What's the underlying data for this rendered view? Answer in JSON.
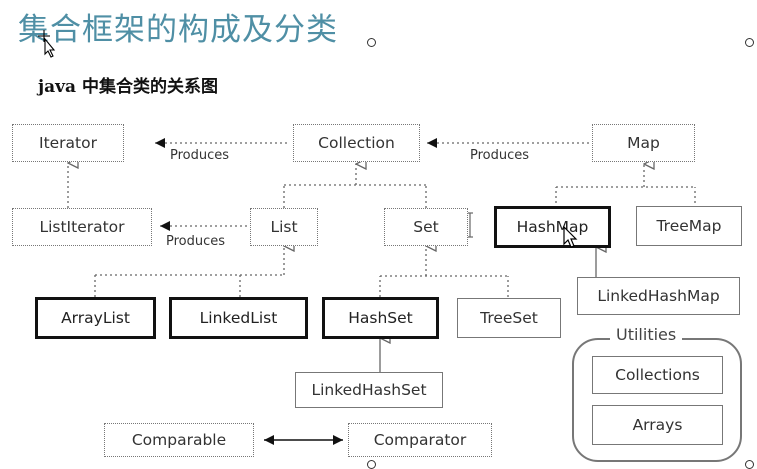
{
  "title": "集合框架的构成及分类",
  "subtitle": "java 中集合类的关系图",
  "nodes": {
    "iterator": "Iterator",
    "collection": "Collection",
    "map": "Map",
    "list_iterator": "ListIterator",
    "list": "List",
    "set": "Set",
    "hash_map": "HashMap",
    "tree_map": "TreeMap",
    "linked_hash_map": "LinkedHashMap",
    "array_list": "ArrayList",
    "linked_list": "LinkedList",
    "hash_set": "HashSet",
    "tree_set": "TreeSet",
    "linked_hash_set": "LinkedHashSet",
    "comparable": "Comparable",
    "comparator": "Comparator",
    "utilities": "Utilities",
    "collections": "Collections",
    "arrays": "Arrays"
  },
  "edge_labels": {
    "collection_produces": "Produces",
    "map_produces": "Produces",
    "list_produces": "Produces"
  }
}
